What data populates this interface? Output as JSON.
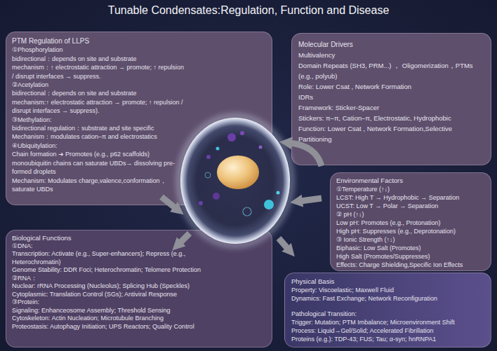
{
  "diagram": {
    "title": "Tunable Condensates:Regulation, Function and Disease",
    "nodes": [
      {
        "text": [
          "PTM Regulation of LLPS",
          "①Phosphorylation",
          "bidirectional：depends on site and substrate",
          "mechanism：↑ electrostatic attraction → promote; ↑ repulsion / disrupt interfaces → suppress.",
          "②Acetylation",
          "bidirectional：depends on site and substrate",
          "mechanism:↑ electrostatic attraction → promote; ↑ repulsion / disrupt interfaces → suppress).",
          "③Methylation:",
          "bidirectional regulation：substrate and site specific",
          "Mechanism：modulates cation–π and electrostatics",
          "④Ubiquitylation:",
          "Chain formation ➔ Promotes (e.g., p62 scaffolds)",
          "monoubiquitin chains can saturate UBDs→ dissolving pre-formed droplets",
          "Mechanism: Modulates charge,valence,conformation，saturate UBDs"
        ]
      },
      {
        "text": [
          "Molecular Drivers",
          "Multivalency",
          "Domain Repeats (SH3, PRM...) ， Oligomerization，PTMs (e.g., polyub)",
          "Role: Lower Csat , Network Formation",
          "IDRs",
          "Framework: Sticker-Spacer",
          "Stickers: π–π, Cation–π, Electrostatic, Hydrophobic",
          "Function: Lower Csat , Network Formation,Selective Partitioning"
        ]
      },
      {
        "text": [
          "Environmental Factors",
          "①Temperature (↑↓)",
          "LCST: High T → Hydrophobic → Separation",
          "UCST: Low T → Polar → Separation",
          "② pH (↑↓)",
          "Low pH: Promotes (e.g., Protonation)",
          "High pH: Suppresses (e.g., Deprotonation)",
          "③ Ionic Strength (↑↓)",
          "Biphasic: Low Salt (Promotes)",
          "High Salt (Promotes/Suppresses)",
          "Effects: Charge Shielding,Specific Ion Effects"
        ]
      },
      {
        "text": [
          "Biological Functions",
          "①DNA:",
          "Transcription: Activate (e.g., Super-enhancers); Repress (e.g., Heterochromatin)",
          "Genome Stability: DDR Foci; Heterochromatin; Telomere Protection",
          "②RNA：",
          "Nuclear: rRNA Processing (Nucleolus); Splicing Hub (Speckles)",
          "Cytoplasmic: Translation Control (SGs); Antiviral Response",
          "③Protein:",
          "Signaling: Enhanceosome Assembly; Threshold Sensing",
          "Cytoskeleton: Actin Nucleation; Microtubule Branching",
          "Proteostasis: Autophagy Initiation; UPS Reactors; Quality Control"
        ]
      },
      {
        "text": [
          "Physical Basis",
          "Property: Viscoelastic; Maxwell Fluid",
          "Dynamics: Fast Exchange; Network Reconfiguration",
          "Pathological Transition:",
          "Trigger: Mutation; PTM Imbalance; Microenvironment Shift",
          "Process: Liquid→Gel/Solid; Accelerated Fibrillation",
          "Proteins (e.g.): TDP-43; FUS; Tau; α-syn; hnRNPA1"
        ]
      }
    ]
  }
}
